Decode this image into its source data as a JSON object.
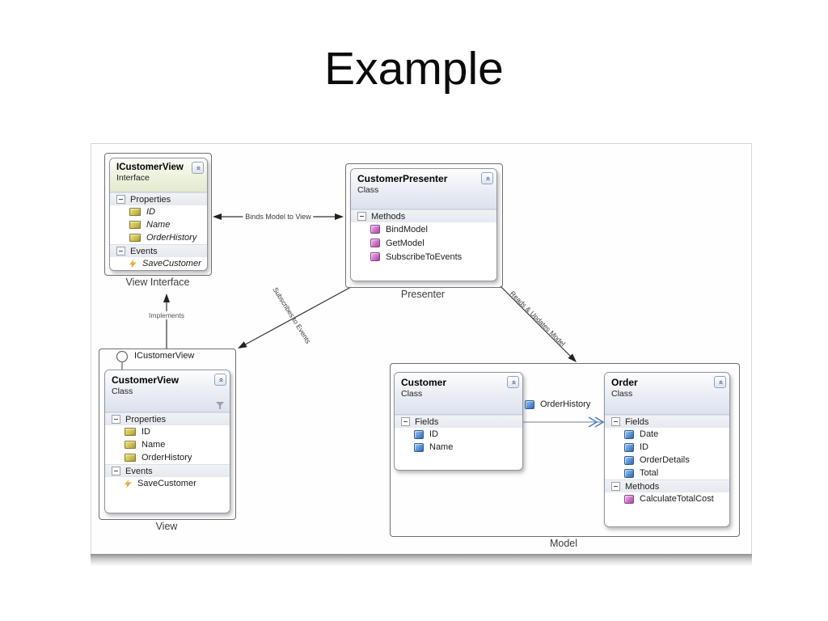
{
  "title": "Example",
  "groups": {
    "view_interface": {
      "label": "View Interface"
    },
    "presenter": {
      "label": "Presenter"
    },
    "view": {
      "label": "View"
    },
    "model": {
      "label": "Model"
    }
  },
  "boxes": {
    "icustomerview": {
      "title": "ICustomerView",
      "stereotype": "Interface",
      "sections": {
        "properties": {
          "name": "Properties",
          "items": {
            "id": "ID",
            "name": "Name",
            "orderhistory": "OrderHistory"
          }
        },
        "events": {
          "name": "Events",
          "items": {
            "savecustomer": "SaveCustomer"
          }
        }
      }
    },
    "customerpresenter": {
      "title": "CustomerPresenter",
      "stereotype": "Class",
      "sections": {
        "methods": {
          "name": "Methods",
          "items": {
            "bindmodel": "BindModel",
            "getmodel": "GetModel",
            "subscribetoevents": "SubscribeToEvents"
          }
        }
      }
    },
    "customerview": {
      "title": "CustomerView",
      "stereotype": "Class",
      "lollipop": "ICustomerView",
      "sections": {
        "properties": {
          "name": "Properties",
          "items": {
            "id": "ID",
            "name": "Name",
            "orderhistory": "OrderHistory"
          }
        },
        "events": {
          "name": "Events",
          "items": {
            "savecustomer": "SaveCustomer"
          }
        }
      }
    },
    "customer": {
      "title": "Customer",
      "stereotype": "Class",
      "sections": {
        "fields": {
          "name": "Fields",
          "items": {
            "id": "ID",
            "name": "Name"
          }
        }
      }
    },
    "order": {
      "title": "Order",
      "stereotype": "Class",
      "sections": {
        "fields": {
          "name": "Fields",
          "items": {
            "date": "Date",
            "id": "ID",
            "orderdetails": "OrderDetails",
            "total": "Total"
          }
        },
        "methods": {
          "name": "Methods",
          "items": {
            "calculatetotalcost": "CalculateTotalCost"
          }
        }
      }
    }
  },
  "arrows": {
    "binds": "Binds Model to View",
    "implements": "Implements",
    "subscribes": "Subscribes to Events",
    "reads": "Reads & Updates Model",
    "orderhistory": "OrderHistory"
  },
  "colors": {
    "accent_blue": "#4f81bd",
    "connector": "#333333",
    "interface_header": "#e7ecd9",
    "class_header": "#dfe4ee"
  }
}
